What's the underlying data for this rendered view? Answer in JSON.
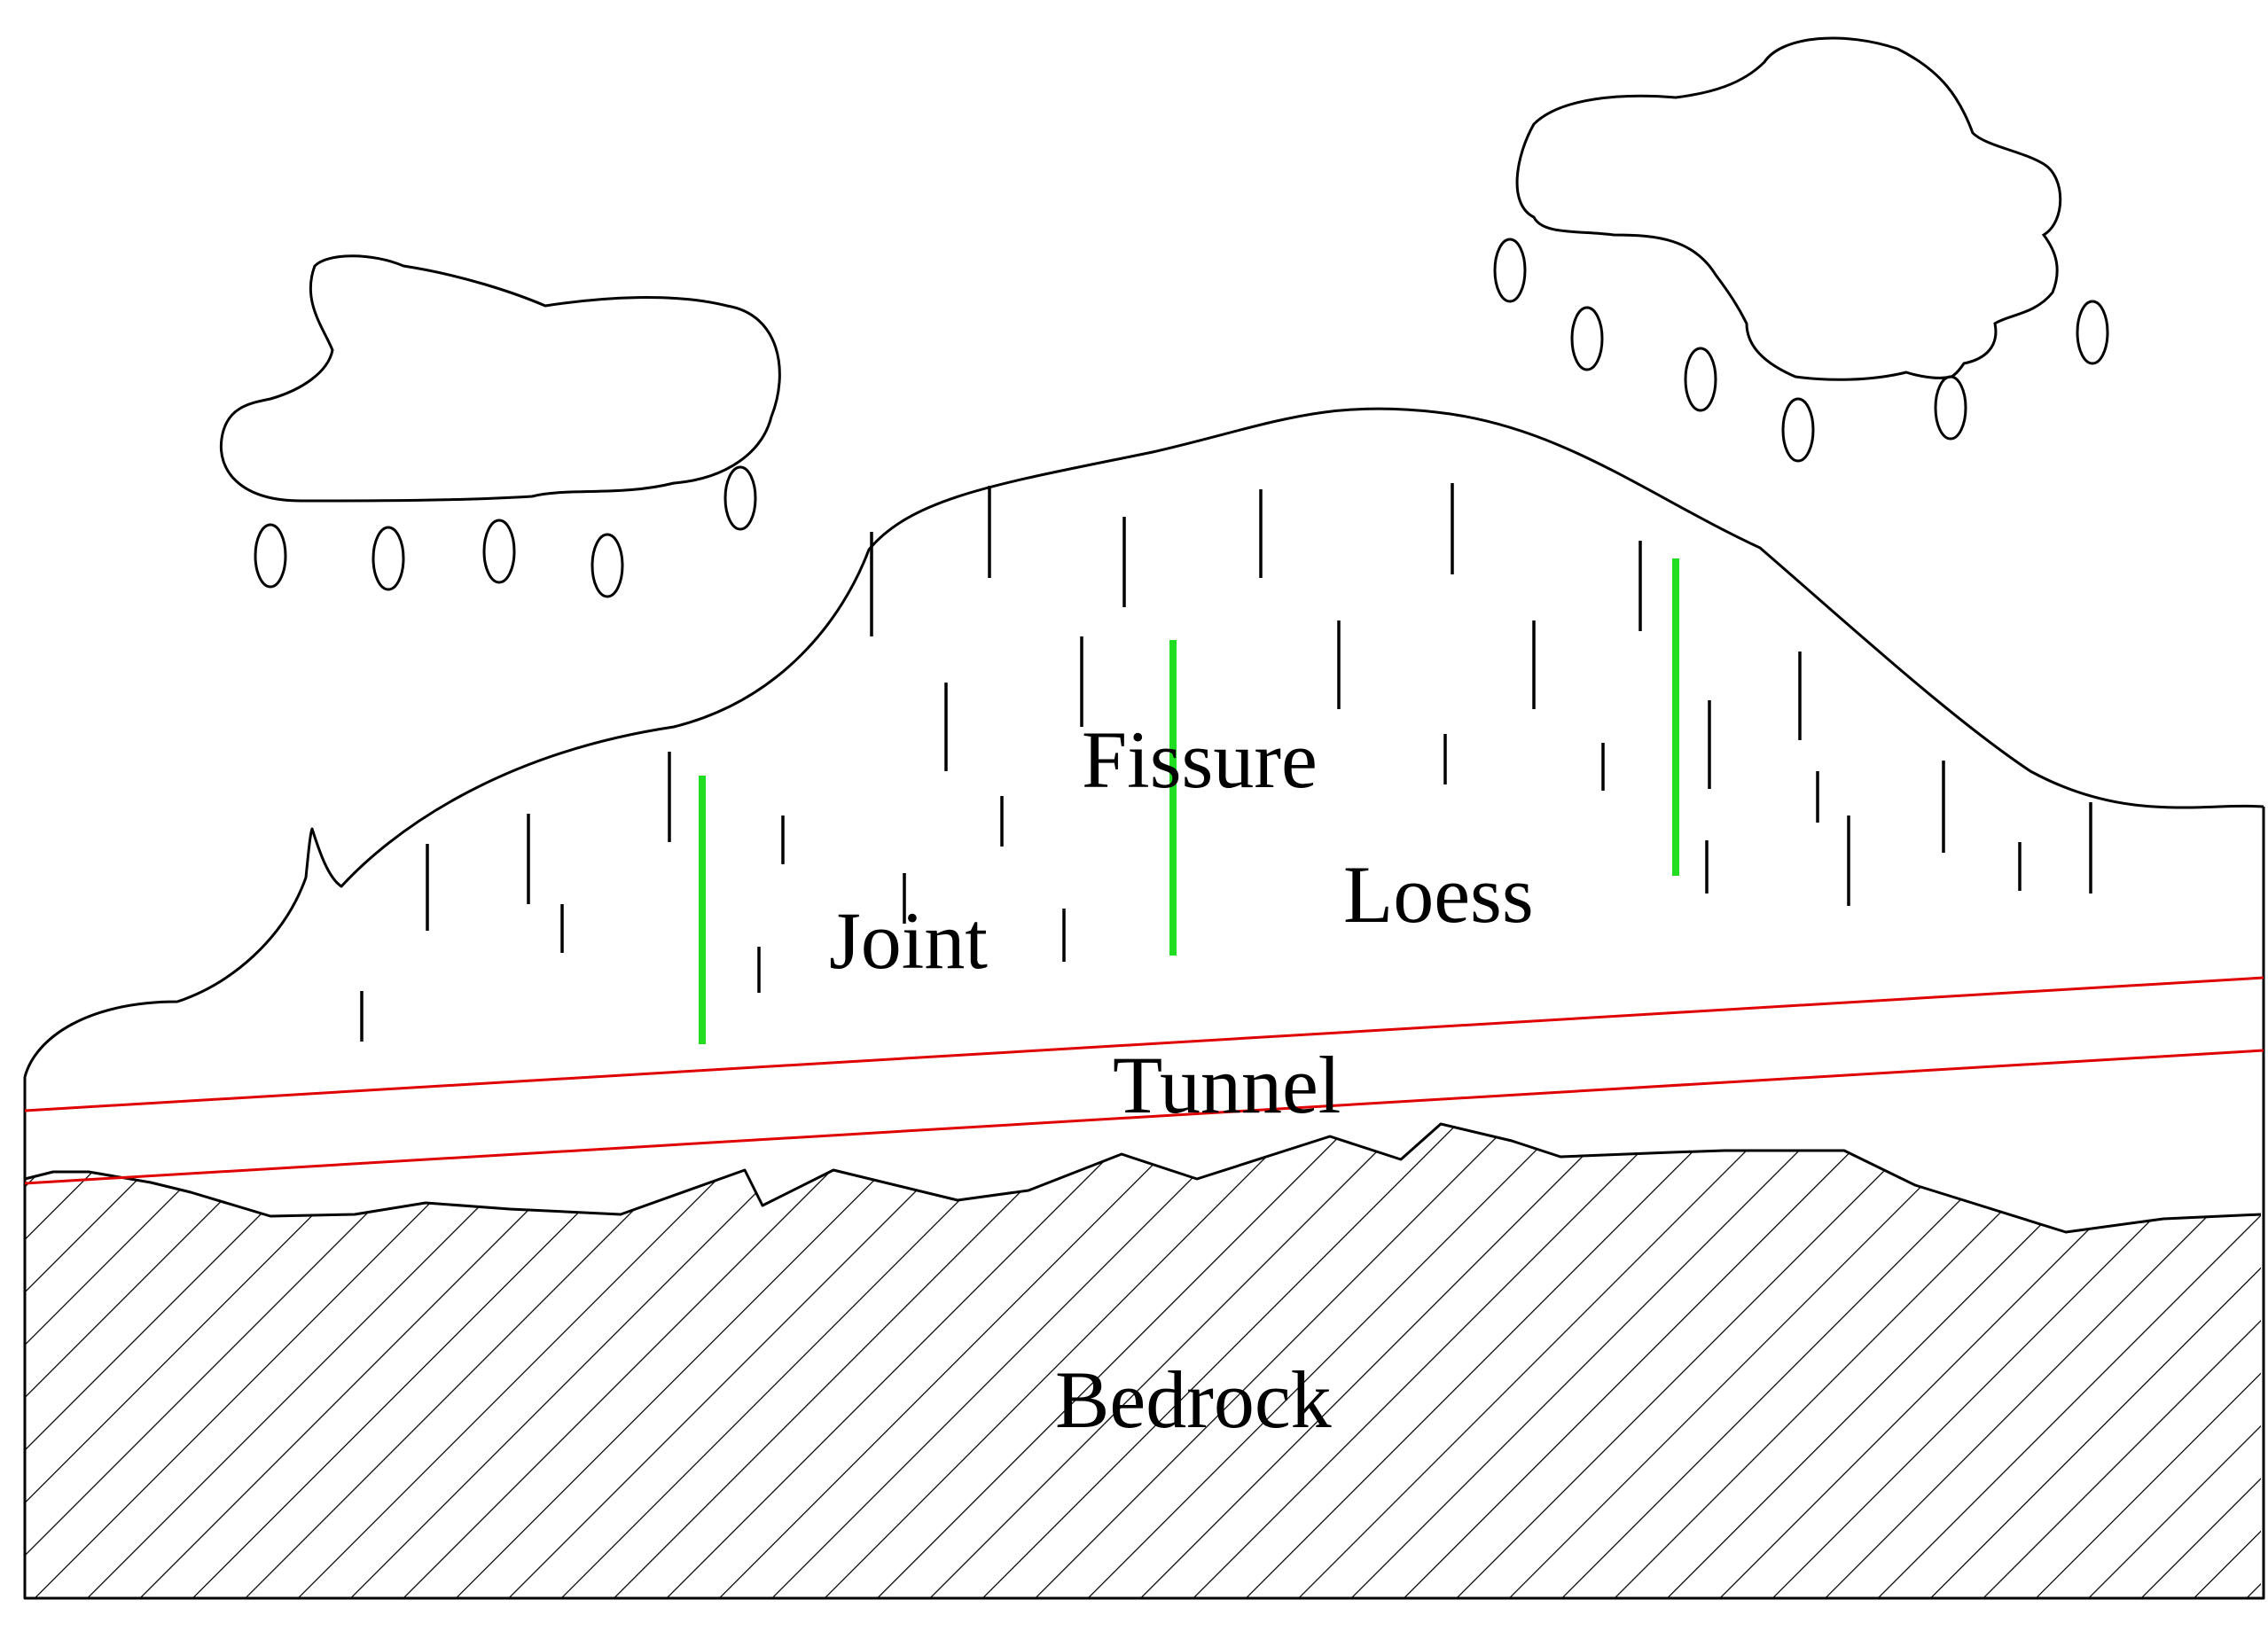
{
  "labels": {
    "fissure": "Fissure",
    "joint": "Joint",
    "loess": "Loess",
    "tunnel": "Tunnel",
    "bedrock": "Bedrock"
  },
  "colors": {
    "fissure": "#22dd22",
    "tunnel": "#e00000",
    "outline": "#000000",
    "background": "#ffffff"
  }
}
